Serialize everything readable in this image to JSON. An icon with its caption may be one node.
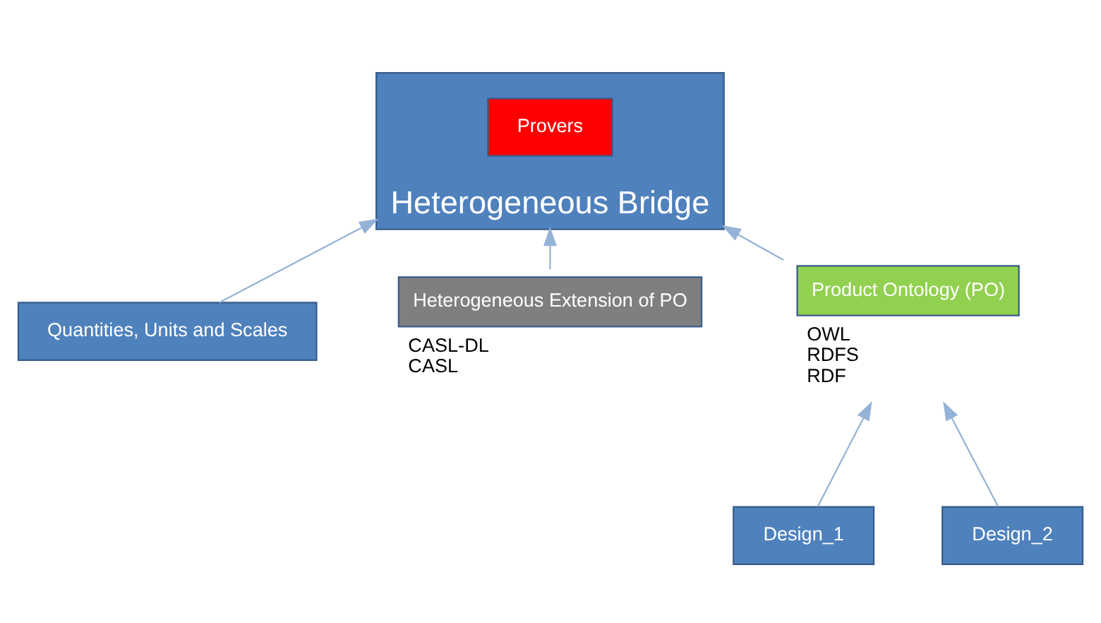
{
  "diagram": {
    "nodes": [
      {
        "text": [
          "Heterogeneous Bridge"
        ]
      },
      {
        "text": [
          "Provers"
        ],
        "in": 0
      },
      {
        "text": [
          "Quantities, Units and Scales"
        ]
      },
      {
        "text": [
          "Heterogeneous Extension of PO"
        ],
        "beside": [
          "CASL-DL",
          "CASL"
        ]
      },
      {
        "text": [
          "Product Ontology (PO)"
        ],
        "beside": [
          "OWL",
          "RDFS",
          "RDF"
        ]
      },
      {
        "text": [
          "Design_1"
        ]
      },
      {
        "text": [
          "Design_2"
        ]
      }
    ],
    "edges": [
      {
        "from": 2,
        "to": 0,
        "arrow": "to"
      },
      {
        "from": 3,
        "to": 0,
        "arrow": "to"
      },
      {
        "from": 4,
        "to": 0,
        "arrow": "to"
      },
      {
        "from": 5,
        "to": 4,
        "arrow": "to"
      },
      {
        "from": 6,
        "to": 4,
        "arrow": "to"
      }
    ]
  }
}
